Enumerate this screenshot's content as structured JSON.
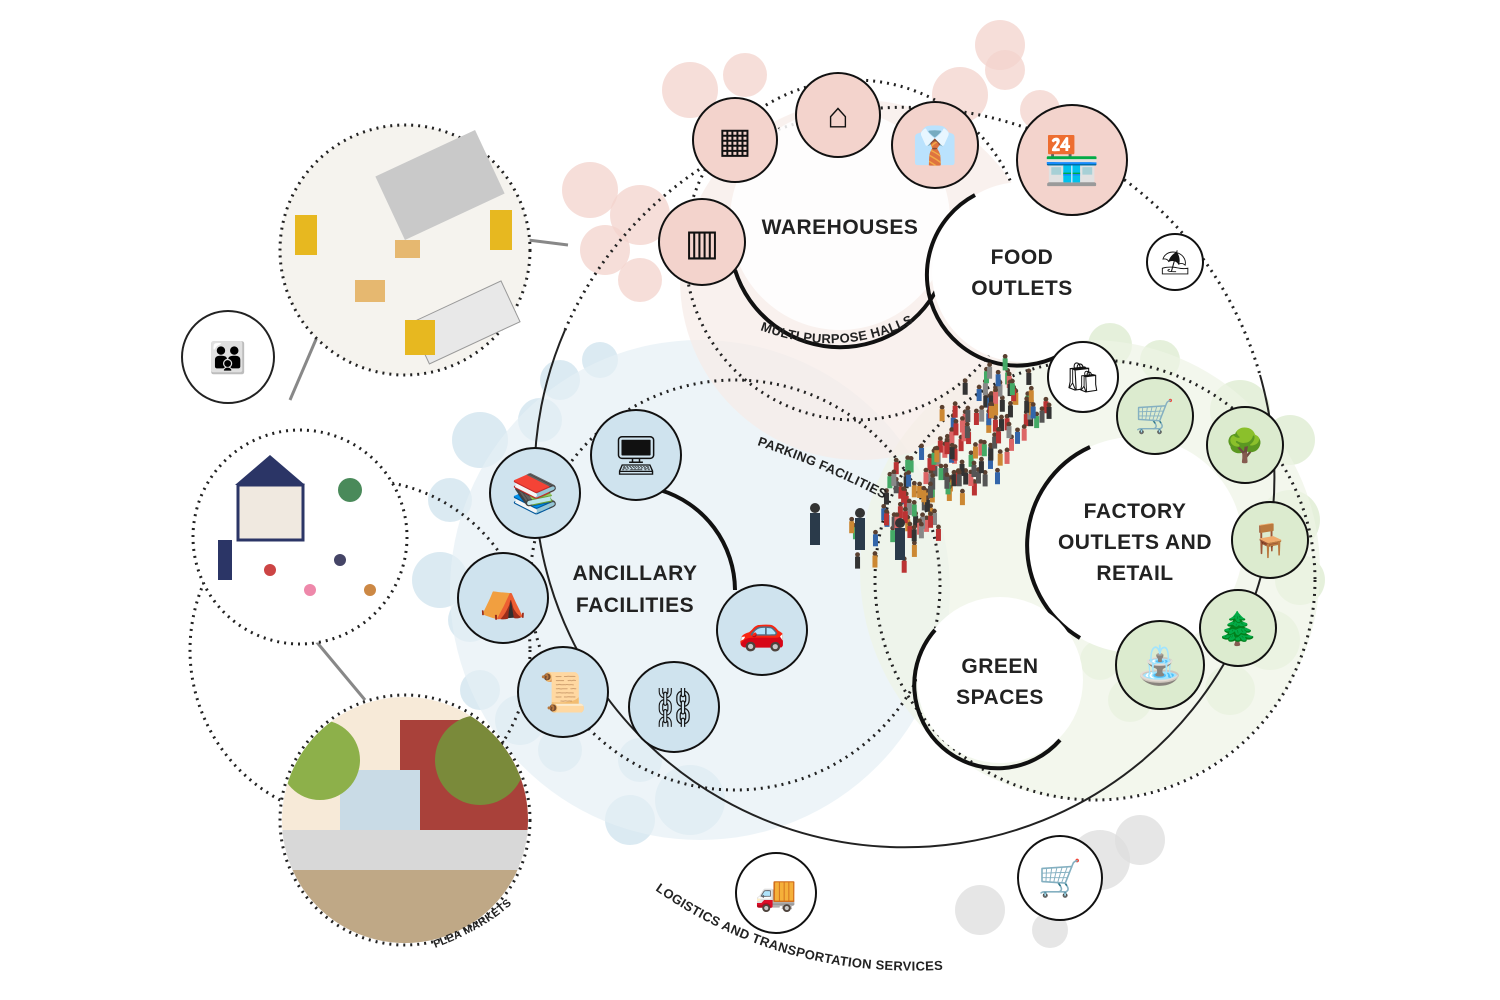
{
  "zones": {
    "warehouses": "WAREHOUSES",
    "food_outlets_1": "FOOD",
    "food_outlets_2": "OUTLETS",
    "factory_1": "FACTORY",
    "factory_2": "OUTLETS AND",
    "factory_3": "RETAIL",
    "green_1": "GREEN",
    "green_2": "SPACES",
    "ancillary_1": "ANCILLARY",
    "ancillary_2": "FACILITIES"
  },
  "arc_labels": {
    "multi_purpose": "MULTI PURPOSE HALLS",
    "parking": "PARKING FACILITIES",
    "logistics": "LOGISTICS AND TRANSPORTATION SERVICES",
    "flea": "FLEA MARKETS"
  },
  "colors": {
    "pink": "#f3d3cc",
    "blue": "#cfe3ee",
    "green": "#dcebcf",
    "gray": "#dddddd",
    "line": "#222222"
  }
}
